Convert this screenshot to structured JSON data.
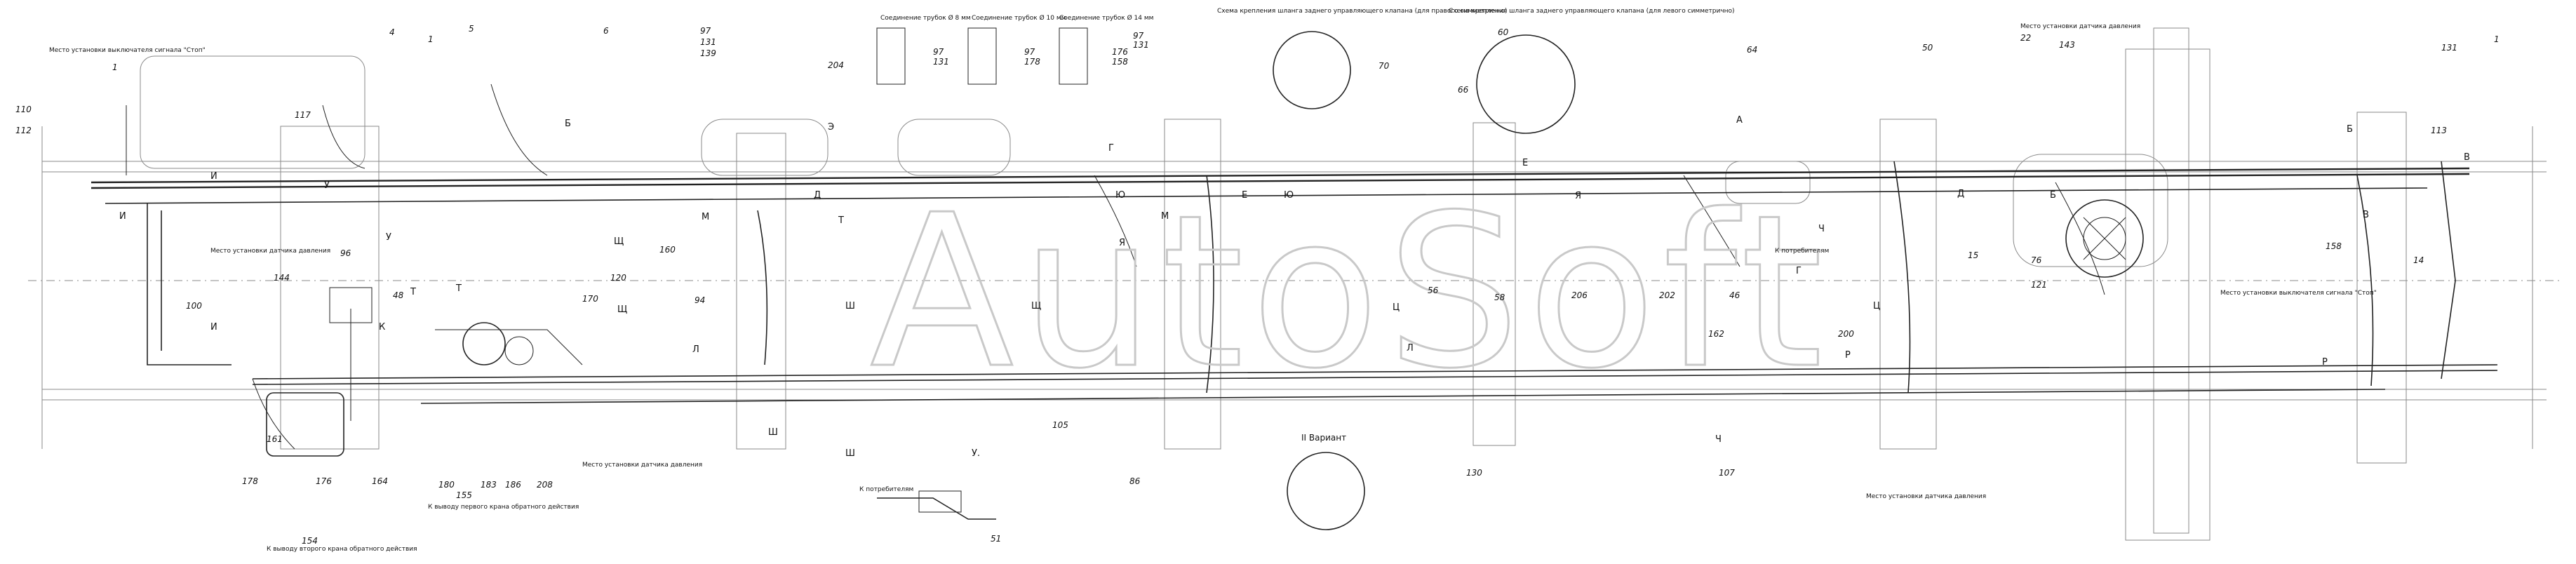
{
  "watermark": "AutoSoft",
  "notes": {
    "stop_signal_sensor_left": "Место установки выключателя сигнала \"Стоп\"",
    "stop_signal_sensor_right": "Место установки выключателя сигнала \"Стоп\"",
    "pressure_sensor_1": "Место установки датчика давления",
    "pressure_sensor_2": "Место установки датчика давления",
    "pressure_sensor_3": "Место установки датчика давления",
    "pressure_sensor_4": "Место установки датчика давления",
    "to_consumers_1": "К потребителям",
    "to_consumers_2": "К потребителям",
    "to_valve_a": "К выводу второго крана обратного действия",
    "to_valve_b": "К выводу первого крана обратного действия"
  },
  "connections": [
    {
      "title": "Соединение трубок Ø 8 мм",
      "nums": [
        "97",
        "131"
      ]
    },
    {
      "title": "Соединение трубок Ø 10 мм",
      "nums": [
        "97",
        "178"
      ]
    },
    {
      "title": "Соединение трубок Ø 14 мм",
      "nums": [
        "176",
        "158"
      ]
    }
  ],
  "schemes": {
    "right_clamp": "Схема крепления шланга заднего управляющего клапана (для правого симметрично)",
    "left_clamp": "Схема крепления шланга заднего управляющего клапана (для левого симметрично)"
  },
  "view_labels": {
    "view_b": "Б",
    "view_v": "В",
    "view_u": "У.",
    "view_ii": "II Вариант"
  },
  "section_letters": [
    "И",
    "И",
    "И",
    "У",
    "У",
    "Т",
    "Т",
    "Щ",
    "Щ",
    "Щ",
    "Ш",
    "Ш",
    "Ш",
    "Ц",
    "Ц",
    "Ч",
    "Ч",
    "Л",
    "Л",
    "М",
    "М",
    "Д",
    "Д",
    "К",
    "Е",
    "Е",
    "Ю",
    "Ю",
    "Я",
    "Я",
    "Р",
    "Р",
    "Г",
    "Г",
    "Б",
    "Б",
    "А",
    "Т",
    "Э",
    "В"
  ],
  "callouts": [
    "110",
    "112",
    "1",
    "1",
    "1",
    "4",
    "5",
    "6",
    "97",
    "97",
    "131",
    "131",
    "131",
    "139",
    "143",
    "144",
    "160",
    "161",
    "162",
    "170",
    "176",
    "178",
    "180",
    "183",
    "186",
    "200",
    "202",
    "204",
    "206",
    "208",
    "130",
    "113",
    "158",
    "14",
    "50",
    "51",
    "60",
    "64",
    "66",
    "70",
    "76",
    "86",
    "94",
    "96",
    "100",
    "105",
    "107",
    "117",
    "120",
    "121",
    "154",
    "155",
    "164",
    "15",
    "22",
    "46",
    "48",
    "56",
    "58"
  ]
}
